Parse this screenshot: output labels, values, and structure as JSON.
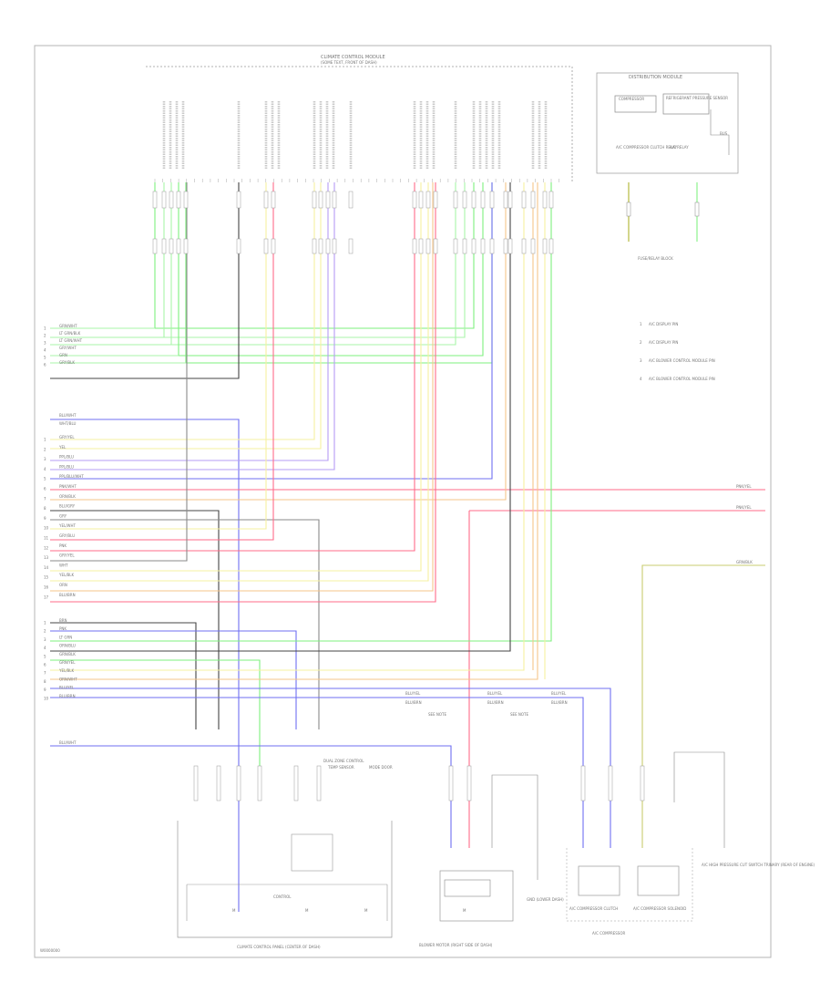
{
  "diagram": {
    "page_code": "W0000000",
    "top_connector": {
      "title_line1": "CLIMATE CONTROL MODULE",
      "title_line2": "(SOME TEXT, FRONT OF DASH)"
    },
    "top_right_box": {
      "title": "DISTRIBUTION MODULE",
      "sub_left": "COMPRESSOR",
      "sub_right": "REFRIGERANT PRESSURE SENSOR",
      "label_left": "A/C COMPRESSOR CLUTCH RELAY",
      "label_right": "A/C RELAY",
      "side_label": "BUS",
      "connector_note": "FUSE/RELAY BLOCK"
    },
    "legend": [
      {
        "key": "1",
        "text": "A/C DISPLAY PIN"
      },
      {
        "key": "2",
        "text": "A/C DISPLAY PIN"
      },
      {
        "key": "3",
        "text": "A/C BLOWER CONTROL MODULE PIN"
      },
      {
        "key": "4",
        "text": "A/C BLOWER CONTROL MODULE PIN"
      }
    ],
    "group1_wires": [
      "GRN/WHT",
      "LT GRN/BLK",
      "LT GRN/WHT",
      "GRY/WHT",
      "GRN",
      "GRY/BLK"
    ],
    "group2_header": "BLU/WHT",
    "group2_header2": "WHT/BLU",
    "group2_wires": [
      "GRY/YEL",
      "YEL",
      "PPL/BLU",
      "PPL/BLU",
      "PPL/BLU/WHT",
      "PNK/WHT",
      "ORN/BLK",
      "BLU/GRY",
      "GRY",
      "YEL/WHT",
      "GRY/BLU",
      "PNK",
      "GRY/YEL",
      "WHT",
      "YEL/BLK",
      "ORN",
      "BLU/BRN"
    ],
    "group3_wires": [
      "BRN",
      "PNK",
      "LT GRN",
      "ORN/BLU",
      "GRN/BLK",
      "GRN/YEL",
      "YEL/BLK",
      "ORN/WHT",
      "BLU/YEL",
      "BLU/BRN"
    ],
    "lower_left_wire": "BLU/WHT",
    "right_side_labels": [
      "PNK/YEL",
      "PNK/YEL",
      "GRN/BLK"
    ],
    "mid_labels": {
      "a1": "BLU/YEL",
      "a2": "BLU/BRN",
      "a3": "SEE NOTE",
      "b1": "BLU/YEL",
      "b2": "BLU/BRN",
      "b3": "SEE NOTE",
      "c1": "BLU/YEL",
      "c2": "BLU/BRN"
    },
    "bottom_components": {
      "left_box": "CLIMATE CONTROL PANEL (CENTER OF DASH)",
      "left_sub": "DUAL ZONE CONTROL",
      "left_sensor_a": "TEMP SENSOR",
      "left_sensor_b": "MODE DOOR",
      "left_inner": "CONTROL",
      "blower": "BLOWER MOTOR (RIGHT SIDE OF DASH)",
      "blower_inner": "M",
      "ground": "GND (LOWER DASH)",
      "comp1": "A/C COMPRESSOR CLUTCH",
      "comp2": "A/C COMPRESSOR SOLENOID",
      "comp_footer": "A/C COMPRESSOR",
      "right_stack": "A/C HIGH PRESSURE CUT SWITCH TRINARY (REAR OF ENGINE)"
    }
  },
  "colors": {
    "green": "#7ef07e",
    "lightgreen": "#a8f5a8",
    "blue": "#6f6ff2",
    "pink": "#ff6b8a",
    "yellow": "#f5f0a0",
    "gray": "#8a8a8a",
    "black": "#444444",
    "orange": "#f5c58a",
    "purple": "#b69cf5",
    "olive": "#c8cc70"
  }
}
